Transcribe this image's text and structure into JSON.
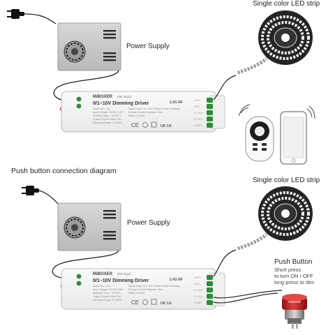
{
  "top_diagram": {
    "power_supply_label": "Power Supply",
    "led_strip_label": "Single color LED strip",
    "driver": {
      "brand": "MiBOXER",
      "model": "(WL-5Q4)",
      "name": "0/1~10V Dimming Driver",
      "specs": [
        "Model No.: LS4",
        "Input Voltage: DC12V~24V",
        "Working Temp.: -20-60°C",
        "Output Current: Max 10A",
        "Dimming Range: 0~100%"
      ],
      "specs_right": [
        "Signal Input: 0/1~10V, PWM or Push Dimming",
        "Remote Control Distance: 30m",
        "Made in China"
      ],
      "freq": "2.4G RF",
      "certs": [
        "CE",
        "UK CA"
      ]
    }
  },
  "bottom_diagram": {
    "title": "Push button connection diagram",
    "power_supply_label": "Power Supply",
    "led_strip_label": "Single color LED strip",
    "push_button": {
      "title": "Push Button",
      "lines": [
        "Short press",
        "to turn ON / OFF",
        "long press to dim"
      ]
    },
    "driver": {
      "brand": "MiBOXER",
      "model": "(WL-5Q4)",
      "name": "0/1~10V Dimming Driver",
      "specs": [
        "Model No.: LS4",
        "Input Voltage: DC12V~24V",
        "Working Temp.: -20-60°C",
        "Output Current: Max 10A",
        "Dimming Range: 0~100%"
      ],
      "specs_right": [
        "Signal Input: 0/1~10V, PWM or Push Dimming",
        "Remote Control Distance: 30m",
        "Made in China"
      ],
      "freq": "2.4G RF",
      "certs": [
        "CE",
        "UK CA"
      ]
    }
  },
  "colors": {
    "wire": "#222222",
    "wire_red": "#d9302c",
    "terminal_green": "#2e8b3a",
    "housing": "#f4f4f4",
    "button_red": "#c0262a"
  }
}
